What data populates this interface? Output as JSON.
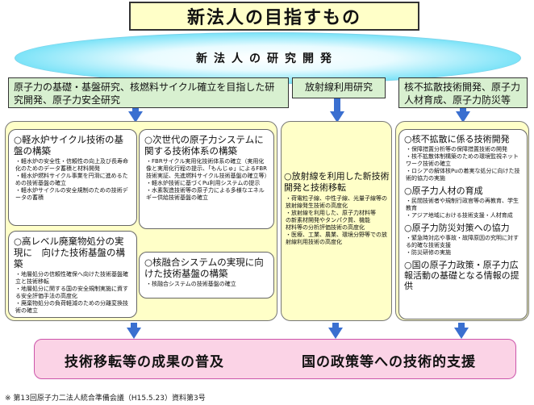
{
  "title": "新法人の目指すもの",
  "ellipse_label": "新法人の研究開発",
  "categories": [
    "原子力の基礎・基盤研究、核燃料サイクル確立を目指した研究開発、原子力安全研究",
    "放射線利用研究",
    "核不拡散技術開発、原子力人材育成、原子力防災等"
  ],
  "col1": {
    "sub1": {
      "title": "○軽水炉サイクル技術の基盤の構築",
      "bullets": [
        "・軽水炉の安全性・信頼性の向上及び長寿命化のためのデータ蓄積と材料開発",
        "・軽水炉燃料サイクル事業を円滑に進めるための技術基盤の確立",
        "・軽水炉サイクルの安全規制のための技術データの蓄積"
      ]
    },
    "sub2": {
      "title": "○次世代の原子力システムに関する技術体系の構築",
      "bullets": [
        "・FBRサイクル実用化技術体系の確立（実用化像と実用化行程の提示、「もんじゅ」によるFBR技術実証、先進燃料サイクル技術基盤の確立等）",
        "・軽水炉技術に基づくPu利用システムの提示",
        "・水素製造技術等の原子力による多様なエネルギー供給技術基盤の確立"
      ]
    },
    "sub3": {
      "title": "○高レベル廃棄物処分の実現に　向けた技術基盤の構築",
      "bullets": [
        "・地層処分の信頼性確保へ向けた技術基盤確立と技術移転",
        "・地層処分に関する国の安全規制実施に資する安全評価手法の高度化",
        "・廃棄物処分の負荷軽減のための分離変換技術の確立"
      ]
    },
    "sub4": {
      "title": "○核融合システムの実現に向けた技術基盤の構築",
      "bullets": [
        "・核融合システムの技術基盤の確立"
      ]
    }
  },
  "col2": {
    "title": "○放射線を利用した新技術開発と技術移転",
    "bullets": [
      "・荷電粒子線、中性子線、光量子線等の放射線発生技術の高度化",
      "・放射線を利用した、原子力材料等",
      "の新素材開発やタンパク質、機能",
      "材料等の分析評価技術の高度化",
      "・医療、工業、農業、環境分野等での放射線利用技術の高度化"
    ]
  },
  "col3": {
    "sections": [
      {
        "title": "○核不拡散に係る技術開発",
        "bullets": [
          "・保障措置分析等の保障措置技術の開発",
          "・核不拡散体制構築のための環境監視ネットワーク技術の確立",
          "・ロシアの解体核Puの着実な処分に向けた技術的協力の実施"
        ]
      },
      {
        "title": "○原子力人材の育成",
        "bullets": [
          "・民間技術者や規制行政官等の再教育、学生教育",
          "・アジア地域における技術支援・人材育成"
        ]
      },
      {
        "title": "○原子力防災対策への協力",
        "bullets": [
          "・緊急時対応や事故・故障原因の究明に対する的確な技術支援",
          "・防災研修の実施"
        ]
      },
      {
        "title": "○国の原子力政策・原子力広報活動の基礎となる情報の提供",
        "bullets": []
      }
    ]
  },
  "bottom": {
    "left": "技術移転等の成果の普及",
    "right": "国の政策等への技術的支援"
  },
  "footnote": "※ 第13回原子力二法人統合準備会議（H15.5.23）資料第3号",
  "colors": {
    "title_bg": "#ffffc8",
    "category_bg": "#d8f0d0",
    "ellipse": "#29c6ea",
    "arrow": "#3a6fd0",
    "bottom_bg": "#fbd3e6"
  }
}
